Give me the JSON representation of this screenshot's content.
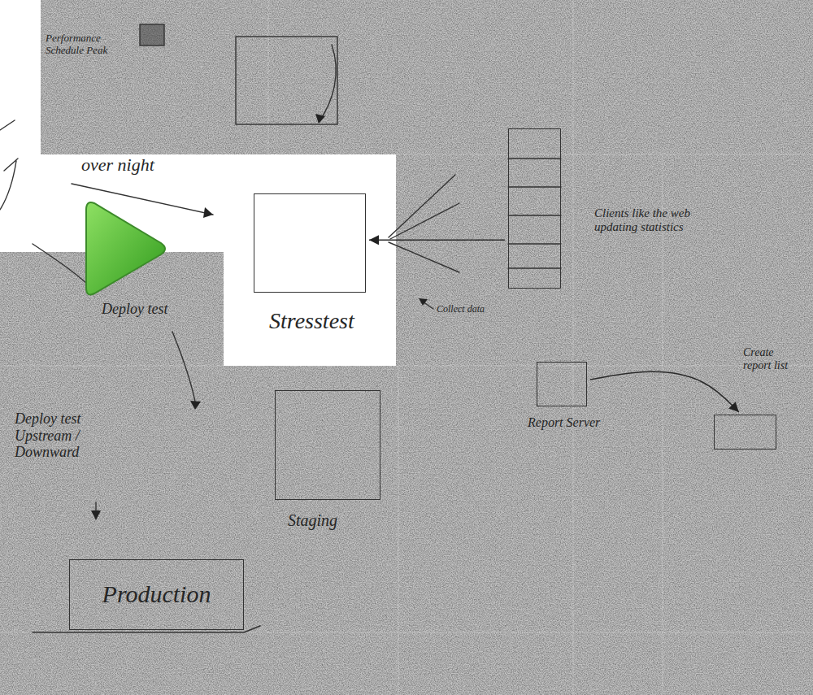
{
  "diagram": {
    "nodes": [
      {
        "text": [
          "Stresstest"
        ]
      },
      {
        "text": [
          "Clients like the web updating statistics"
        ]
      },
      {
        "text": [
          "Staging"
        ]
      },
      {
        "text": [
          "Production"
        ]
      },
      {
        "text": [
          "Report Server"
        ]
      },
      {
        "text": [
          "Create report list"
        ]
      }
    ],
    "edges": [
      {
        "from": 1,
        "to": 0,
        "arrow": "to"
      },
      {
        "from": 4,
        "to": 5,
        "arrow": "to"
      }
    ],
    "labels": [
      "over night",
      "Deploy test",
      "Collect data",
      "Deploy test Upstream / Downward",
      "Performance Schedule Peak"
    ]
  }
}
